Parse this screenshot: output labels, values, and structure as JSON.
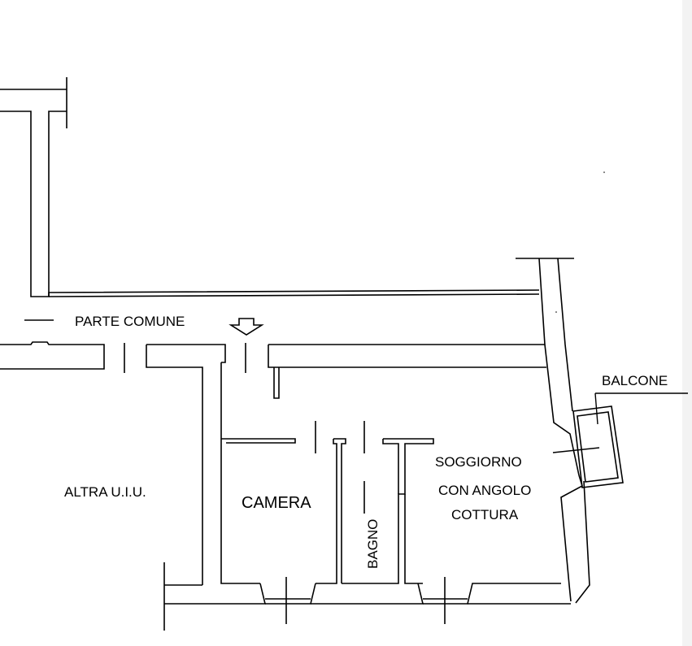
{
  "labels": {
    "parte_comune": "PARTE COMUNE",
    "altra_uiu": "ALTRA U.I.U.",
    "camera": "CAMERA",
    "bagno": "BAGNO",
    "soggiorno_1": "SOGGIORNO",
    "soggiorno_2": "CON ANGOLO",
    "soggiorno_3": "COTTURA",
    "balcone": "BALCONE"
  },
  "colors": {
    "ink": "#000000",
    "paper": "#ffffff"
  }
}
